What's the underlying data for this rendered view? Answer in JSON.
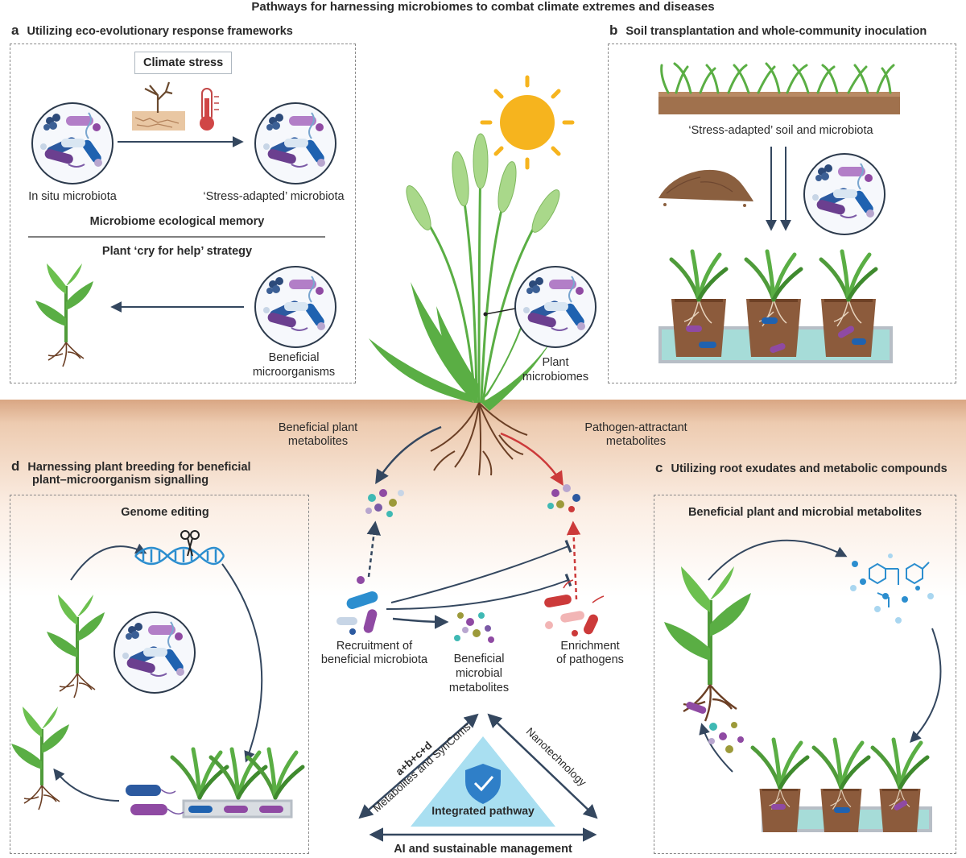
{
  "title": "Pathways for harnessing microbiomes to combat climate extremes and diseases",
  "panels": {
    "a": {
      "letter": "a",
      "title": "Utilizing eco-evolutionary response frameworks",
      "climate_stress": "Climate stress",
      "in_situ": "In situ microbiota",
      "stress_adapted": "‘Stress-adapted’ microbiota",
      "memory": "Microbiome ecological memory",
      "cry_for_help": "Plant ‘cry for help’ strategy",
      "beneficial_1": "Beneficial",
      "beneficial_2": "microorganisms"
    },
    "b": {
      "letter": "b",
      "title": "Soil transplantation and whole-community inoculation",
      "soil_label": "‘Stress-adapted’ soil and microbiota"
    },
    "c": {
      "letter": "c",
      "title": "Utilizing root exudates and metabolic compounds",
      "subtitle": "Beneficial plant and microbial metabolites"
    },
    "d": {
      "letter": "d",
      "title_1": "Harnessing plant breeding for beneficial",
      "title_2": "plant–microorganism signalling",
      "genome_editing": "Genome editing"
    }
  },
  "center": {
    "plant_microbiomes_1": "Plant",
    "plant_microbiomes_2": "microbiomes",
    "beneficial_plant_metabolites_1": "Beneficial plant",
    "beneficial_plant_metabolites_2": "metabolites",
    "pathogen_attractant_1": "Pathogen-attractant",
    "pathogen_attractant_2": "metabolites",
    "recruitment_1": "Recruitment of",
    "recruitment_2": "beneficial microbiota",
    "microbial_metabolites_1": "Beneficial",
    "microbial_metabolites_2": "microbial",
    "microbial_metabolites_3": "metabolites",
    "enrichment_1": "Enrichment",
    "enrichment_2": "of pathogens"
  },
  "integrated": {
    "left_side_bold": "a+b+c+d",
    "left_side": "Metabolites and SynComs",
    "right_side": "Nanotechnology",
    "bottom": "AI and sustainable management",
    "center_label": "Integrated pathway",
    "icon": "shield-check-icon"
  },
  "colors": {
    "dark_arrow": "#34475f",
    "red_arrow": "#cc3a3a",
    "soil_band": "#e9c5a5",
    "plant_green": "#5aae44",
    "sun": "#f6b41e",
    "triangle": "#a9dff1",
    "shield": "#2f7fc8",
    "water": "#a6dcd8",
    "pot": "#8c5b3c"
  }
}
